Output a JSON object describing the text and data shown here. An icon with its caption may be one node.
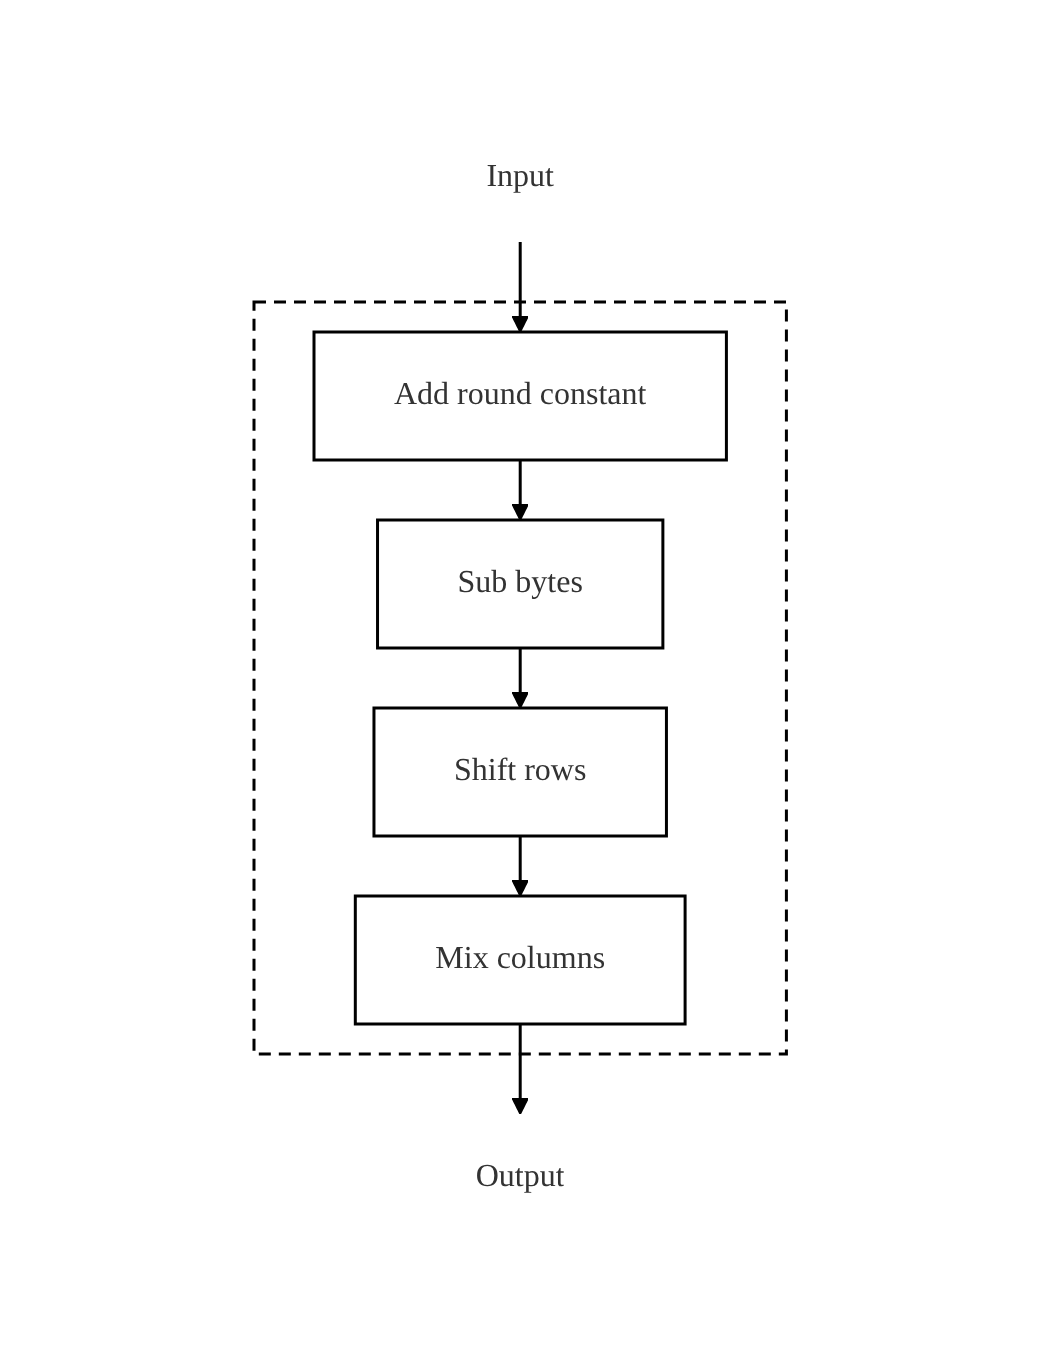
{
  "diagram": {
    "nodes": [
      {
        "text": [
          "Input"
        ]
      },
      {
        "text": [],
        "shape": "box"
      },
      {
        "text": [
          "Add round constant"
        ],
        "in": 1
      },
      {
        "text": [
          "Sub bytes"
        ],
        "in": 1
      },
      {
        "text": [
          "Shift rows"
        ],
        "in": 1
      },
      {
        "text": [
          "Mix columns"
        ],
        "in": 1
      },
      {
        "text": [
          "Output"
        ]
      }
    ],
    "edges": [
      {
        "from": 0,
        "to": 2,
        "arrow": "to"
      },
      {
        "from": 2,
        "to": 3,
        "arrow": "to"
      },
      {
        "from": 3,
        "to": 4,
        "arrow": "to"
      },
      {
        "from": 4,
        "to": 5,
        "arrow": "to"
      },
      {
        "from": 5,
        "to": 6,
        "arrow": "to"
      }
    ]
  }
}
